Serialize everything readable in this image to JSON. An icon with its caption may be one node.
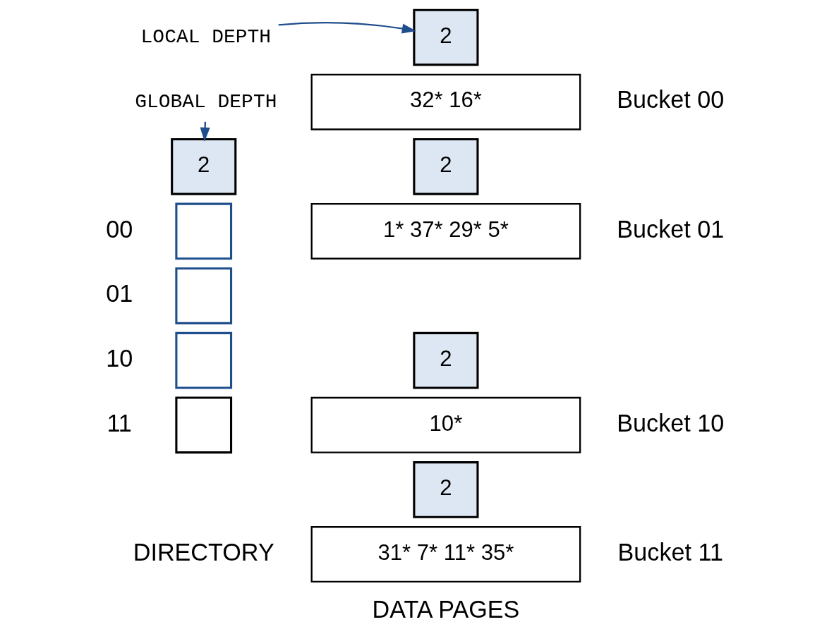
{
  "diagram": {
    "nodes": [
      {
        "text": [
          "LOCAL DEPTH"
        ]
      },
      {
        "text": [
          "GLOBAL DEPTH"
        ]
      },
      {
        "text": [
          "2"
        ]
      },
      {
        "text": [],
        "shape": "box",
        "beside": [
          "00"
        ]
      },
      {
        "text": [],
        "shape": "box",
        "beside": [
          "01"
        ]
      },
      {
        "text": [],
        "shape": "box",
        "beside": [
          "10"
        ]
      },
      {
        "text": [],
        "shape": "box",
        "beside": [
          "11"
        ]
      },
      {
        "text": [
          "2"
        ]
      },
      {
        "text": [
          "32* 16*"
        ],
        "beside": [
          "Bucket 00"
        ]
      },
      {
        "text": [
          "2"
        ]
      },
      {
        "text": [
          "1* 37* 29* 5*"
        ],
        "beside": [
          "Bucket 01"
        ]
      },
      {
        "text": [
          "2"
        ]
      },
      {
        "text": [
          "10*"
        ],
        "beside": [
          "Bucket 10"
        ]
      },
      {
        "text": [
          "2"
        ]
      },
      {
        "text": [
          "31* 7* 11* 35*"
        ],
        "beside": [
          "Bucket 11"
        ]
      }
    ],
    "edges": [
      {
        "from": 0,
        "to": 7,
        "arrow": "to"
      },
      {
        "from": 1,
        "to": 2,
        "arrow": "to"
      }
    ],
    "labels": [
      "DIRECTORY",
      "DATA PAGES"
    ]
  }
}
